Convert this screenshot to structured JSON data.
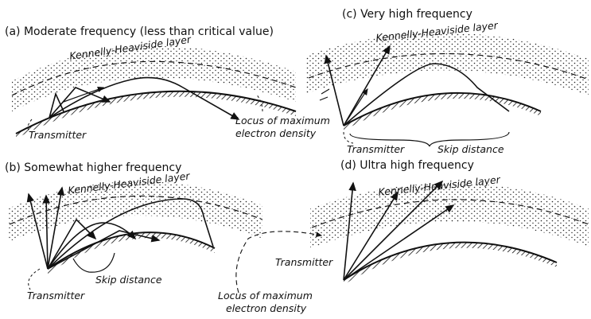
{
  "panels": [
    {
      "title": "(a) Moderate frequency (less than critical value)",
      "layer_label": "Kennelly-Heaviside layer"
    },
    {
      "title": "(c) Very high frequency",
      "layer_label": "Kennelly-Heaviside layer"
    },
    {
      "title": "(b) Somewhat higher frequency",
      "layer_label": "Kennelly-Heaviside layer"
    },
    {
      "title": "(d) Ultra high frequency",
      "layer_label": "Kennelly-Heaviside layer"
    }
  ],
  "labels": {
    "a_transmitter": "Transmitter",
    "a_locus_line1": "Locus of maximum",
    "a_locus_line2": "electron density",
    "c_transmitter": "Transmitter",
    "c_skip": "Skip distance",
    "b_skip": "Skip distance",
    "b_transmitter": "Transmitter",
    "b_locus_line1": "Locus of maximum",
    "b_locus_line2": "electron density",
    "d_transmitter": "Transmitter"
  }
}
